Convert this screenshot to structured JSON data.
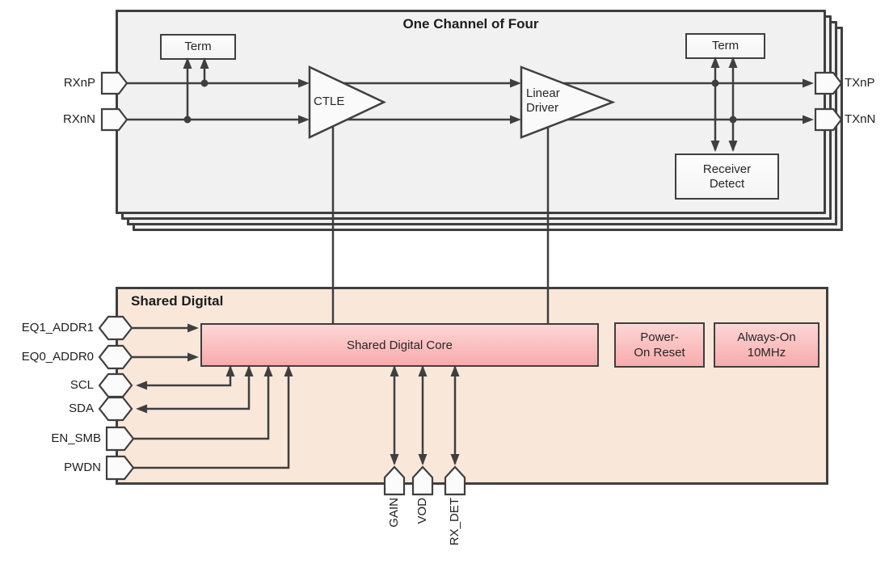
{
  "diagram": {
    "channel_block": {
      "title": "One Channel of Four",
      "term_left": "Term",
      "term_right": "Term",
      "ctle_label": "CTLE",
      "linear_driver_line1": "Linear",
      "linear_driver_line2": "Driver",
      "receiver_detect_line1": "Receiver",
      "receiver_detect_line2": "Detect",
      "pins": {
        "rx_p": "RXnP",
        "rx_n": "RXnN",
        "tx_p": "TXnP",
        "tx_n": "TXnN"
      }
    },
    "shared_digital": {
      "title": "Shared Digital",
      "core_label": "Shared Digital Core",
      "power_on_reset_line1": "Power-",
      "power_on_reset_line2": "On Reset",
      "always_on_line1": "Always-On",
      "always_on_line2": "10MHz",
      "left_pins": [
        "EQ1_ADDR1",
        "EQ0_ADDR0",
        "SCL",
        "SDA",
        "EN_SMB",
        "PWDN"
      ],
      "bottom_pins": [
        "GAIN",
        "VOD",
        "RX_DET"
      ]
    },
    "colors": {
      "line": "#3f3f3f",
      "channel_panel_fill": "#f1f1f1",
      "shared_fill": "#f9e8da",
      "core_fill_top": "#fdd6d6",
      "core_fill_bottom": "#f8abab",
      "inner_box_fill": "#fcfcfc"
    }
  }
}
